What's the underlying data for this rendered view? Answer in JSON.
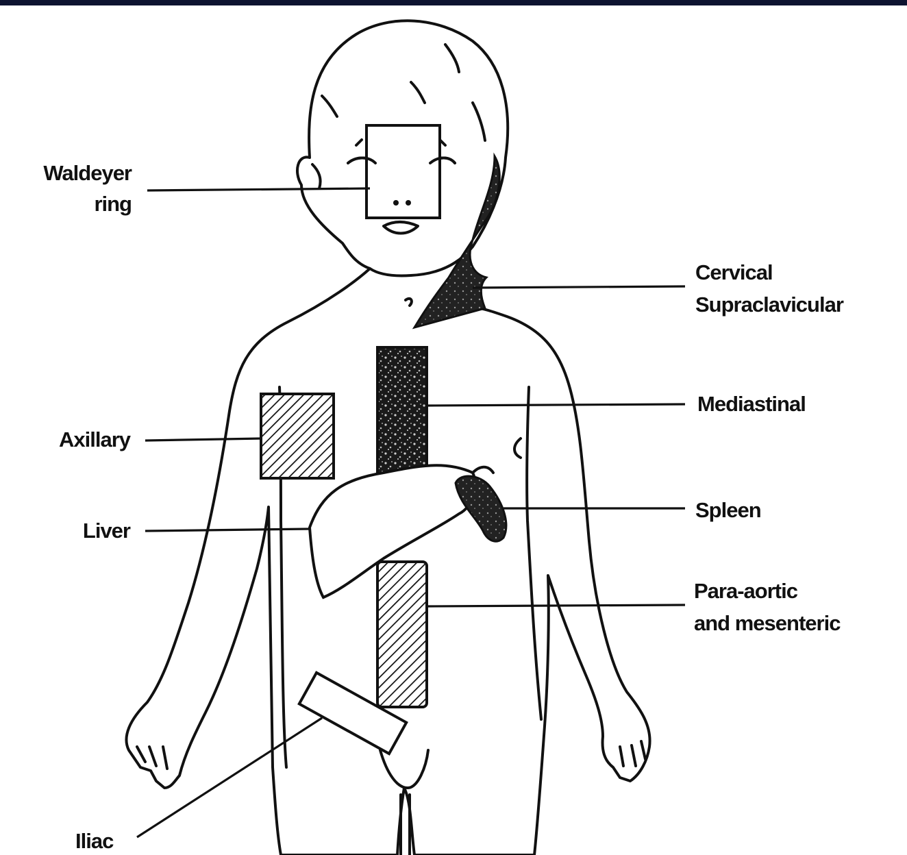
{
  "diagram": {
    "labels": {
      "waldeyer_line1": "Waldeyer",
      "waldeyer_line2": "ring",
      "cervical_line1": "Cervical",
      "cervical_line2": "Supraclavicular",
      "mediastinal": "Mediastinal",
      "axillary": "Axillary",
      "spleen": "Spleen",
      "liver": "Liver",
      "paraaortic_line1": "Para-aortic",
      "paraaortic_line2": "and mesenteric",
      "iliac": "Iliac"
    }
  },
  "colors": {
    "top_bar": "#0d1330",
    "ink": "#111111",
    "skin_speckle": "#e9e9e9"
  }
}
